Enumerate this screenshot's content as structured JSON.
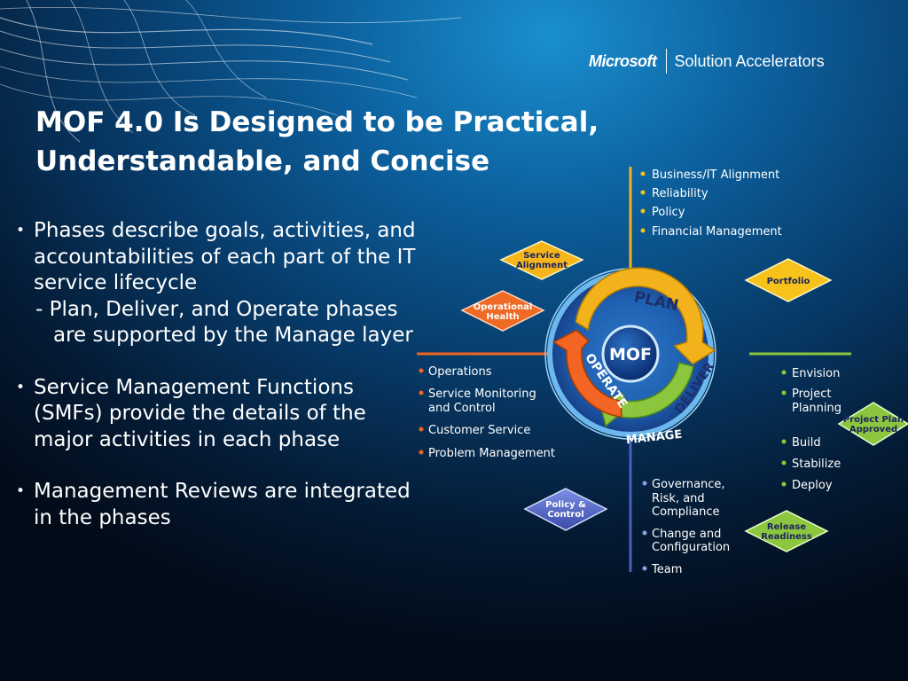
{
  "brand": {
    "company": "Microsoft",
    "product": "Solution Accelerators"
  },
  "title": "MOF 4.0 Is Designed to be Practical, Understandable, and Concise",
  "bullets": [
    {
      "text": "Phases describe goals, activities, and accountabilities of each part of the IT service lifecycle",
      "sub": "- Plan, Deliver, and Operate phases are supported by the Manage layer"
    },
    {
      "text": "Service Management Functions (SMFs) provide the details of the major activities in each phase"
    },
    {
      "text": "Management Reviews are integrated in the phases"
    }
  ],
  "diagram": {
    "center": "MOF",
    "phases": {
      "plan": "PLAN",
      "deliver": "DELIVER",
      "operate": "OPERATE",
      "manage": "MANAGE"
    },
    "plan_smfs": [
      "Business/IT Alignment",
      "Reliability",
      "Policy",
      "Financial Management"
    ],
    "deliver_smfs": [
      [
        "Envision"
      ],
      [
        "Project",
        "Planning"
      ],
      [
        "Build"
      ],
      [
        "Stabilize"
      ],
      [
        "Deploy"
      ]
    ],
    "operate_smfs": [
      [
        "Operations"
      ],
      [
        "Service Monitoring",
        "and Control"
      ],
      [
        "Customer Service"
      ],
      [
        "Problem Management"
      ]
    ],
    "manage_smfs": [
      [
        "Governance,",
        "Risk, and",
        "Compliance"
      ],
      [
        "Change and",
        "Configuration"
      ],
      [
        "Team"
      ]
    ],
    "reviews": {
      "service_alignment": [
        "Service",
        "Alignment"
      ],
      "portfolio": [
        "Portfolio"
      ],
      "operational_health": [
        "Operational",
        "Health"
      ],
      "project_plan_approved": [
        "Project Plan",
        "Approved"
      ],
      "policy_control": [
        "Policy &",
        "Control"
      ],
      "release_readiness": [
        "Release",
        "Readiness"
      ]
    },
    "colors": {
      "plan": "#f2b21b",
      "deliver": "#8cc63f",
      "operate": "#f26522",
      "manage": "#4a5fc1",
      "ring": "#5fb0e6",
      "dot": "#f7c21a"
    }
  }
}
